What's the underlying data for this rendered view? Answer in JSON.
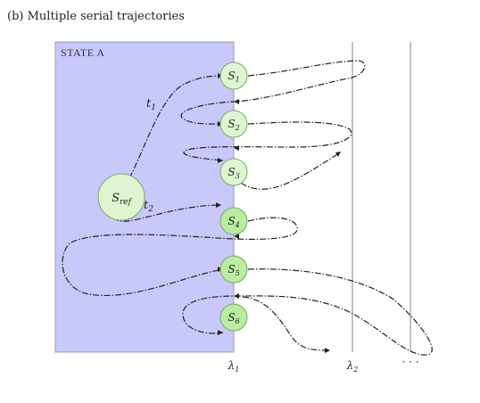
{
  "caption": "(b) Multiple serial trajectories",
  "region": {
    "label": "STATE A",
    "fill": "#c8c8fa",
    "stroke": "#8888aa"
  },
  "reference_node": {
    "base": "S",
    "sub": "ref",
    "fill": "#dff5cf"
  },
  "trajectory_labels": [
    {
      "base": "t",
      "sub": "1"
    },
    {
      "base": "t",
      "sub": "2"
    }
  ],
  "nodes": [
    {
      "base": "S",
      "sub": "1",
      "fill": "#dff5cf"
    },
    {
      "base": "S",
      "sub": "2",
      "fill": "#dff5cf"
    },
    {
      "base": "S",
      "sub": "3",
      "fill": "#dff5cf"
    },
    {
      "base": "S",
      "sub": "4",
      "fill": "#b8ec9e"
    },
    {
      "base": "S",
      "sub": "5",
      "fill": "#b8ec9e"
    },
    {
      "base": "S",
      "sub": "6",
      "fill": "#b8ec9e"
    }
  ],
  "axis_labels": [
    {
      "base": "λ",
      "sub": "1"
    },
    {
      "base": "λ",
      "sub": "2"
    },
    {
      "base": "· · ·",
      "sub": ""
    }
  ],
  "colors": {
    "node_stroke": "#7aa86a",
    "line": "#222222"
  }
}
